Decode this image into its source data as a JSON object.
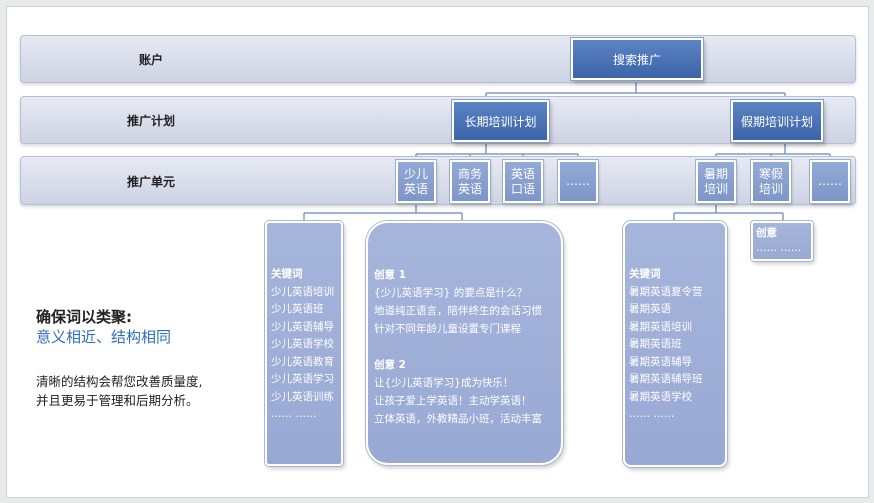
{
  "levels": {
    "account": "账户",
    "plan": "推广计划",
    "unit": "推广单元"
  },
  "nodes": {
    "root": "搜索推广",
    "plan_long": "长期培训计划",
    "plan_holiday": "假期培训计划",
    "unit_child_1": "少儿",
    "unit_child_2": "英语",
    "unit_biz_1": "商务",
    "unit_biz_2": "英语",
    "unit_oral_1": "英语",
    "unit_oral_2": "口语",
    "unit_more_left": "……",
    "unit_summer_1": "暑期",
    "unit_summer_2": "培训",
    "unit_winter_1": "寒假",
    "unit_winter_2": "培训",
    "unit_more_right": "……"
  },
  "keywords_left": {
    "title": "关键词",
    "items": [
      "少儿英语培训",
      "少儿英语班",
      "少儿英语辅导",
      "少儿英语学校",
      "少儿英语教育",
      "少儿英语学习",
      "少儿英语训练",
      "…… ……"
    ]
  },
  "creative": {
    "c1_title": "创意 1",
    "c1_lines": [
      "{少儿英语学习} 的要点是什么？",
      "地道纯正语言，陪伴终生的会话习惯",
      "针对不同年龄儿童设置专门课程"
    ],
    "c2_title": "创意 2",
    "c2_lines": [
      "让{少儿英语学习}成为快乐！",
      "让孩子爱上学英语！主动学英语！",
      "立体英语，外教精品小班，活动丰富"
    ]
  },
  "keywords_right": {
    "title": "关键词",
    "items": [
      "暑期英语夏令营",
      "暑期英语",
      "暑期英语培训",
      "暑期英语班",
      "暑期英语辅导",
      "暑期英语辅导班",
      "暑期英语学校",
      "…… ……"
    ]
  },
  "creative_small": {
    "title": "创意",
    "dots": "…… ……"
  },
  "side": {
    "heading": "确保词以类聚:",
    "subheading": "意义相近、结构相同",
    "line1": "清晰的结构会帮您改善质量度,",
    "line2": "并且更易于管理和后期分析。"
  },
  "colors": {
    "dark_box": "#3c64a8",
    "light_box": "#8ea6d3",
    "panel": "#a1b1d8",
    "band": "#d6dbea",
    "connector": "#7f9ac9",
    "subheading": "#2f6fba"
  }
}
